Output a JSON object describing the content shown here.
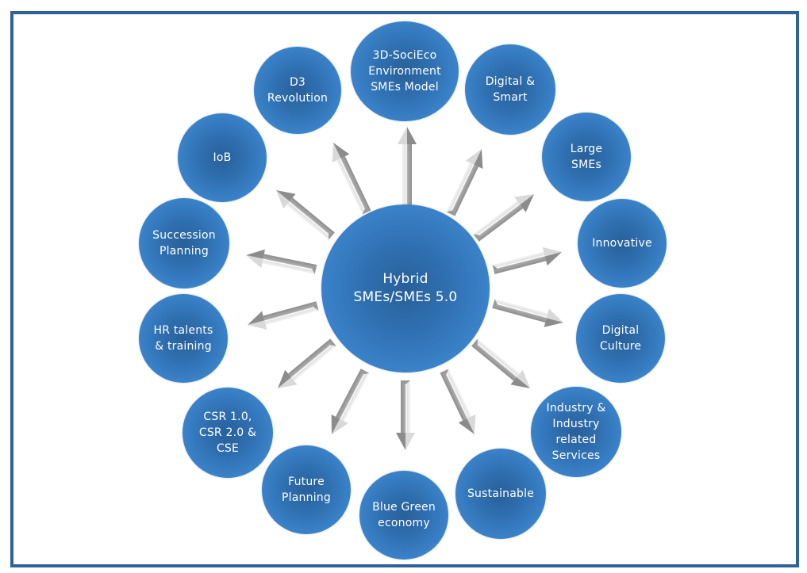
{
  "diagram": {
    "type": "hub-and-spoke",
    "hub": {
      "label": "Hybrid\nSMEs/SMEs 5.0"
    },
    "colors": {
      "frame": "#2E6399",
      "bubble": "#3A82C9",
      "bubble_center": "#28609A",
      "arrow": "#BDBDBD"
    },
    "nodes": [
      {
        "id": "3d-socieco",
        "label": "3D-SociEco\nEnvironment\nSMEs Model"
      },
      {
        "id": "digital-smart",
        "label": "Digital &\nSmart"
      },
      {
        "id": "large-smes",
        "label": "Large\nSMEs"
      },
      {
        "id": "innovative",
        "label": "Innovative"
      },
      {
        "id": "digital-culture",
        "label": "Digital\nCulture"
      },
      {
        "id": "industry",
        "label": "Industry &\nIndustry\nrelated\nServices"
      },
      {
        "id": "sustainable",
        "label": "Sustainable"
      },
      {
        "id": "blue-green",
        "label": "Blue Green\neconomy"
      },
      {
        "id": "future-planning",
        "label": "Future\nPlanning"
      },
      {
        "id": "csr",
        "label": "CSR 1.0,\nCSR 2.0 &\nCSE"
      },
      {
        "id": "hr-talents",
        "label": "HR talents\n& training"
      },
      {
        "id": "succession-planning",
        "label": "Succession\nPlanning"
      },
      {
        "id": "iob",
        "label": "IoB"
      },
      {
        "id": "d3-revolution",
        "label": "D3\nRevolution"
      }
    ],
    "edges_direction": "hub-to-node"
  }
}
